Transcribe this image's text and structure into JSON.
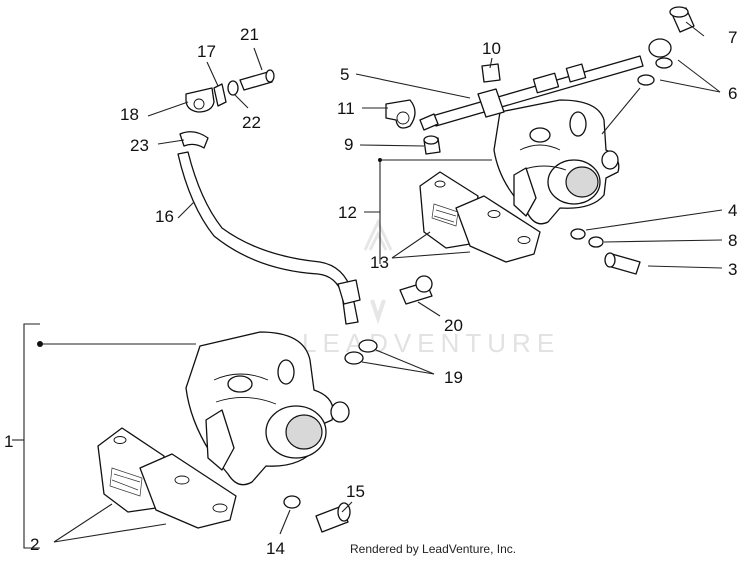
{
  "watermark": "LEADVENTURE",
  "credit": "Rendered by LeadVenture, Inc.",
  "callouts": {
    "c1": "1",
    "c2": "2",
    "c3": "3",
    "c4": "4",
    "c5": "5",
    "c6": "6",
    "c7": "7",
    "c8": "8",
    "c9": "9",
    "c10": "10",
    "c11": "11",
    "c12": "12",
    "c13": "13",
    "c14": "14",
    "c15": "15",
    "c16": "16",
    "c17": "17",
    "c18": "18",
    "c19": "19",
    "c20": "20",
    "c21": "21",
    "c22": "22",
    "c23": "23"
  }
}
